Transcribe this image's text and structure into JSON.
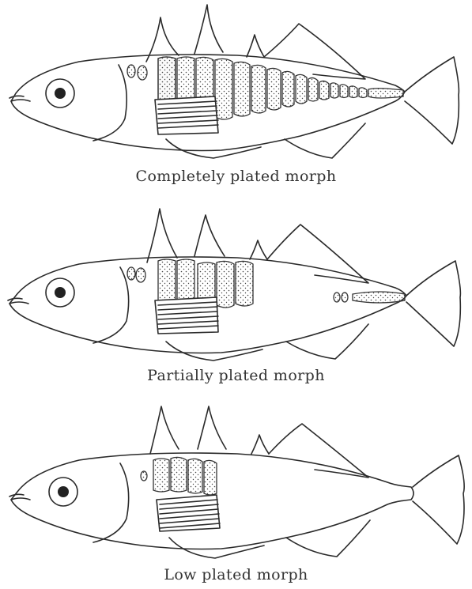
{
  "figure": {
    "panels": [
      {
        "caption": "Completely plated morph"
      },
      {
        "caption": "Partially plated morph"
      },
      {
        "caption": "Low plated morph"
      }
    ]
  }
}
